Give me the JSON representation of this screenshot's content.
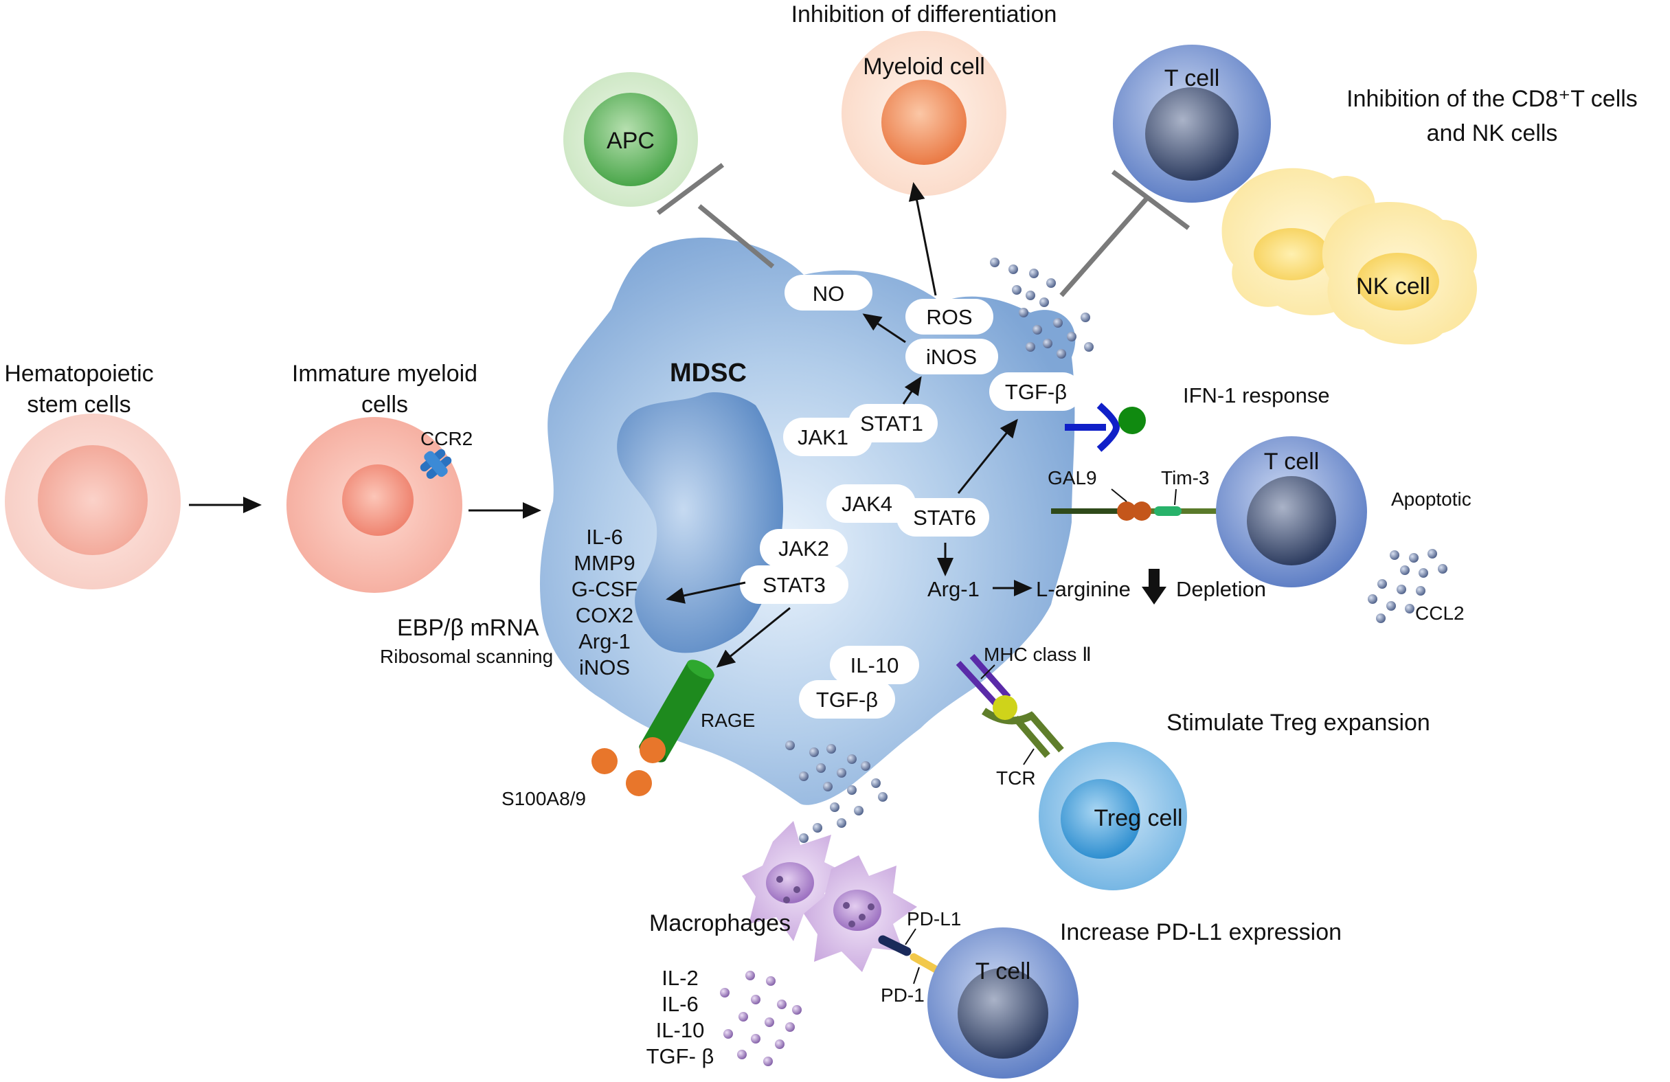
{
  "labels": {
    "hsc_line1": "Hematopoietic",
    "hsc_line2": "stem cells",
    "imm_line1": "Immature myeloid",
    "imm_line2": "cells",
    "ccr2": "CCR2",
    "mdsc": "MDSC",
    "inhibition_diff": "Inhibition of differentiation",
    "myeloid_cell": "Myeloid cell",
    "apc": "APC",
    "t_cell": "T cell",
    "inhib_cd8_line1": "Inhibition of the CD8⁺T cells",
    "inhib_cd8_line2": "and NK cells",
    "nk_cell": "NK cell",
    "no": "NO",
    "ros": "ROS",
    "inos": "iNOS",
    "jak1": "JAK1",
    "stat1": "STAT1",
    "tgfb": "TGF-β",
    "ifn1": "IFN-1 response",
    "jak4": "JAK4",
    "stat6": "STAT6",
    "gal9": "GAL9",
    "tim3": "Tim-3",
    "t_cell_apoptotic_label": "T cell",
    "apoptotic": "Apoptotic",
    "ccl2": "CCL2",
    "jak2": "JAK2",
    "stat3": "STAT3",
    "il6": "IL-6",
    "mmp9": "MMP9",
    "gcsf": "G-CSF",
    "cox2": "COX2",
    "arg1_list": "Arg-1",
    "inos_list": "iNOS",
    "ebp": "EBP/β mRNA",
    "ribosomal": "Ribosomal scanning",
    "arg1": "Arg-1",
    "larginine": "L-arginine",
    "depletion": "Depletion",
    "il10": "IL-10",
    "tgfb2": "TGF-β",
    "mhc": "MHC class Ⅱ",
    "tcr": "TCR",
    "treg_expansion": "Stimulate Treg expansion",
    "treg_cell": "Treg cell",
    "rage": "RAGE",
    "s100": "S100A8/9",
    "macrophages": "Macrophages",
    "pdl1": "PD-L1",
    "pd1": "PD-1",
    "increase_pdl1": "Increase PD-L1 expression",
    "t_cell_bottom": "T cell",
    "il2_list": "IL-2",
    "il6_list": "IL-6",
    "il10_list": "IL-10",
    "tgfb_list": "TGF- β"
  },
  "colors": {
    "mdsc_body": "#8fb4de",
    "hsc": "#f7c2b8",
    "immature": "#f4a796",
    "apc": "#7ec47e",
    "myeloid": "#f0956a",
    "tcell": "#6f8fcf",
    "nk": "#fce7a0",
    "treg": "#4fa6dd",
    "macrophage": "#c9a6df",
    "rage": "#1a8a1a",
    "s100": "#e8762b",
    "inhibit_bar": "#7a7a7a"
  }
}
